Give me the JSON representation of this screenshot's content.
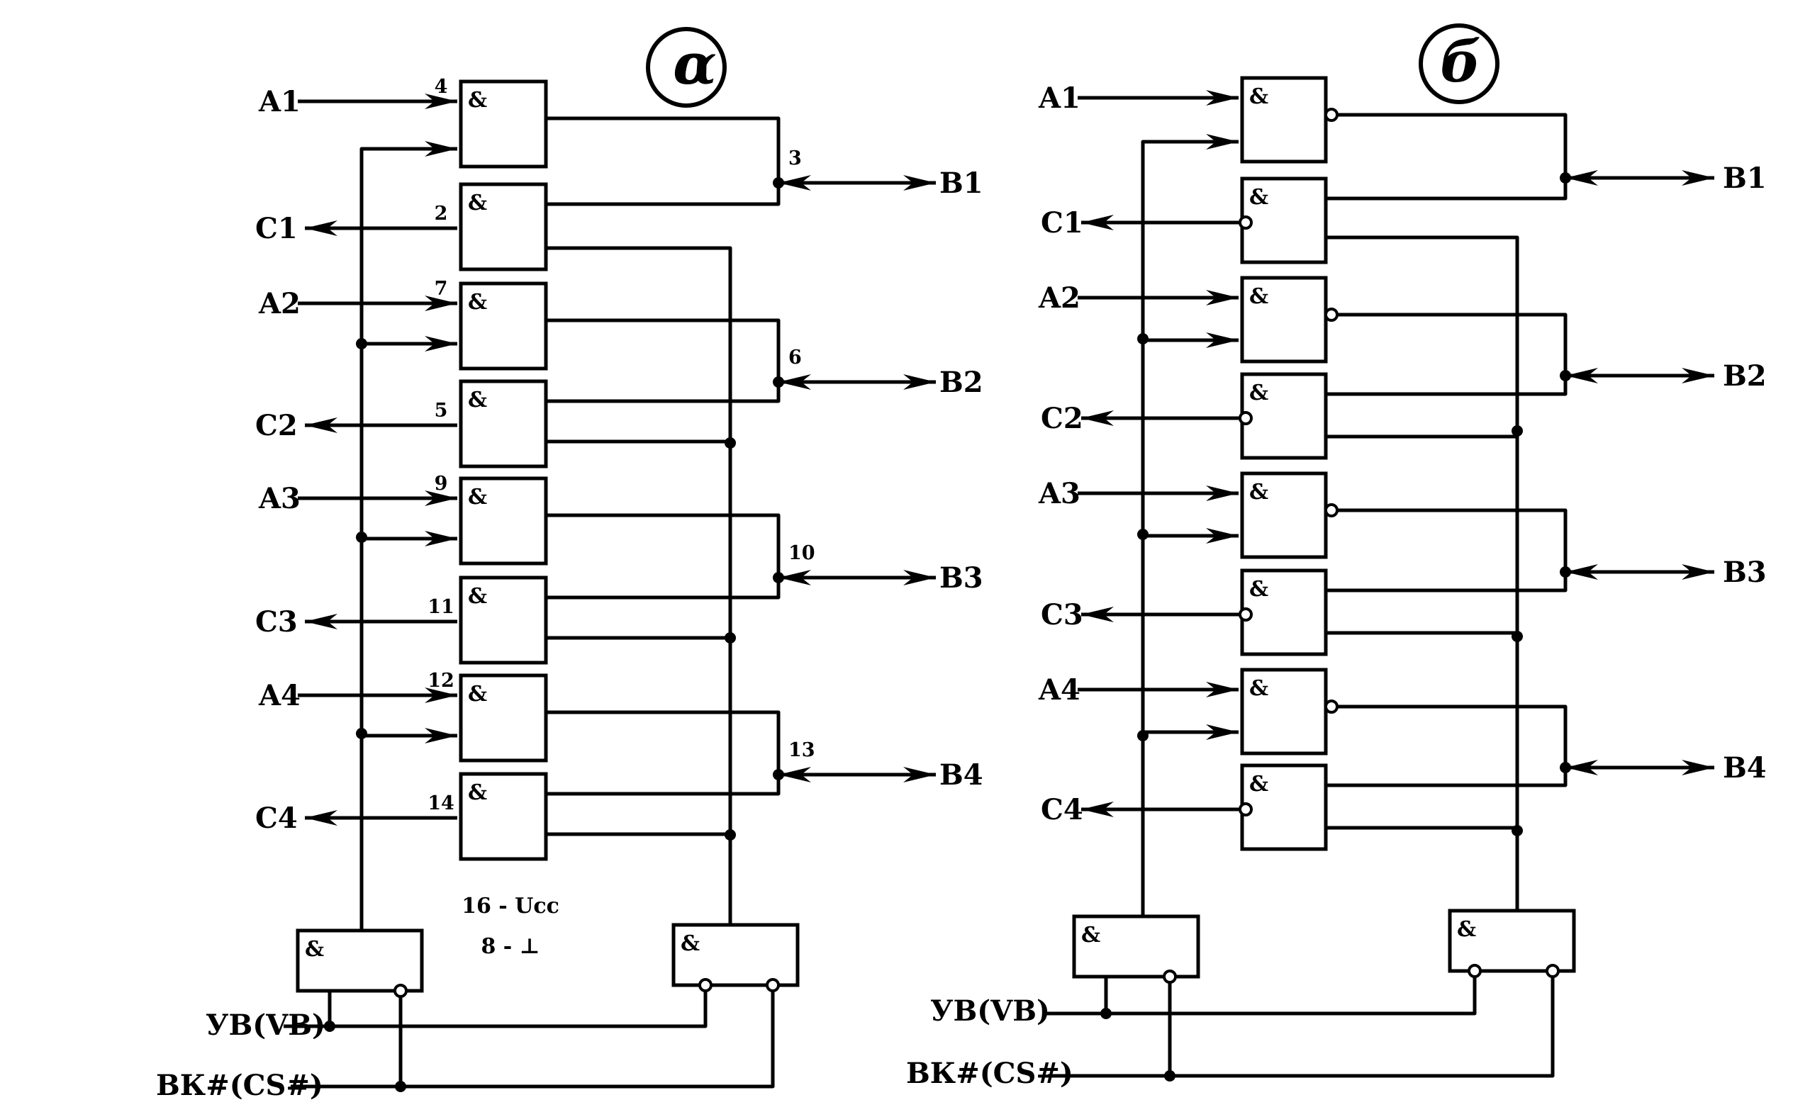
{
  "diagram": {
    "gate_symbol": "&",
    "left": {
      "tag": "α",
      "inputs": [
        "A1",
        "A2",
        "A3",
        "A4"
      ],
      "outputs_c": [
        "C1",
        "C2",
        "C3",
        "C4"
      ],
      "bus": [
        "B1",
        "B2",
        "B3",
        "B4"
      ],
      "pins_a": [
        "4",
        "7",
        "9",
        "12"
      ],
      "pins_c": [
        "2",
        "5",
        "11",
        "14"
      ],
      "pins_b": [
        "3",
        "6",
        "10",
        "13"
      ],
      "power_note": "16 - Ucc",
      "ground_note": "8 - ⊥",
      "control_vb": "УВ(VB)",
      "control_cs": "ВК#(CS#)"
    },
    "right": {
      "tag": "б",
      "inputs": [
        "A1",
        "A2",
        "A3",
        "A4"
      ],
      "outputs_c": [
        "C1",
        "C2",
        "C3",
        "C4"
      ],
      "bus": [
        "B1",
        "B2",
        "B3",
        "B4"
      ],
      "control_vb": "УВ(VB)",
      "control_cs": "ВК#(CS#)"
    }
  }
}
